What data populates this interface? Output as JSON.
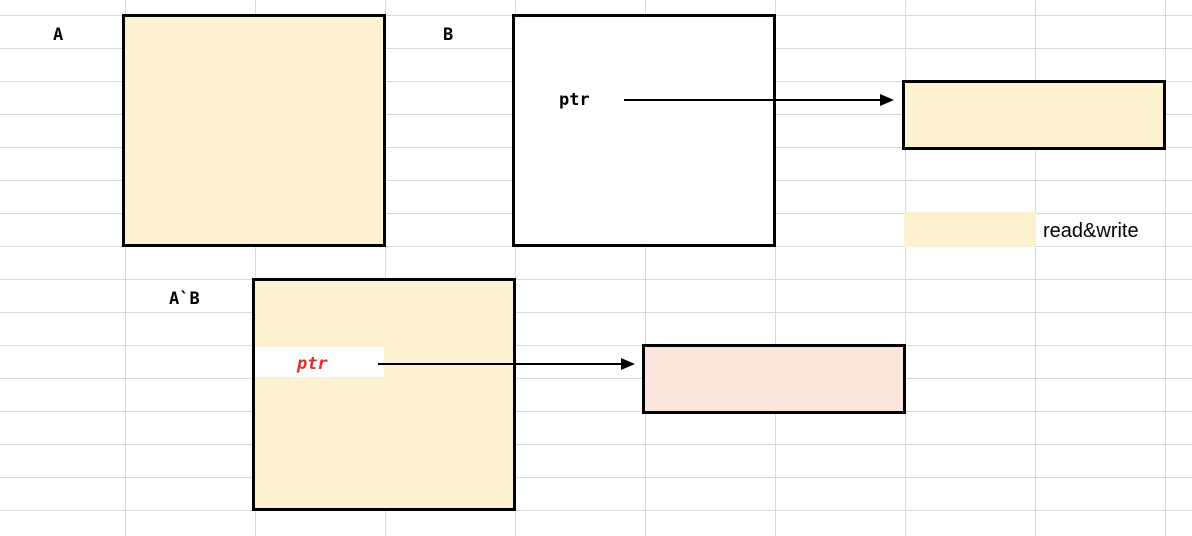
{
  "labels": {
    "a": "A",
    "b": "B",
    "ab": "A`B",
    "ptr_b": "ptr",
    "ptr_ab": "ptr"
  },
  "legend": {
    "text": "read&write"
  },
  "colors": {
    "readwrite_fill": "#fcf2d0",
    "target_ab_fill": "#f9e5dc",
    "ptr_ab_text": "#e0302a",
    "border": "#000000",
    "grid": "#d9d9d9"
  }
}
